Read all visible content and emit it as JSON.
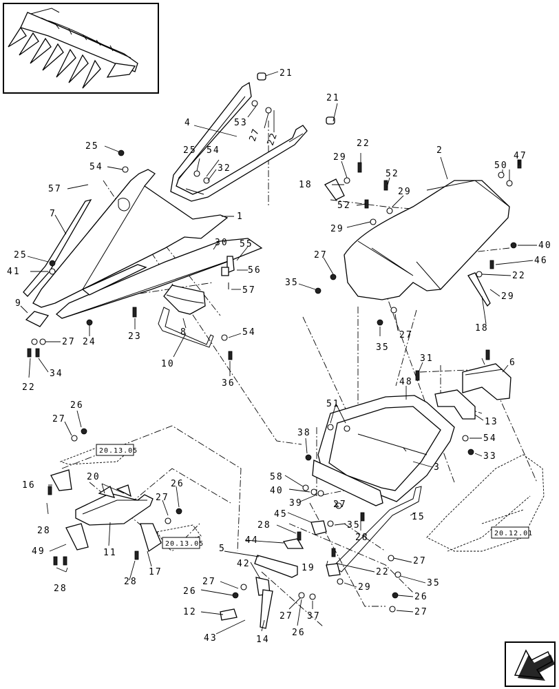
{
  "callouts": [
    {
      "id": "c-21a",
      "text": "21"
    },
    {
      "id": "c-21b",
      "text": "21"
    },
    {
      "id": "c-4",
      "text": "4"
    },
    {
      "id": "c-53",
      "text": "53"
    },
    {
      "id": "c-27a",
      "text": "27"
    },
    {
      "id": "c-22a",
      "text": "22"
    },
    {
      "id": "c-25a",
      "text": "25"
    },
    {
      "id": "c-54a",
      "text": "54"
    },
    {
      "id": "c-32",
      "text": "32"
    },
    {
      "id": "c-25b",
      "text": "25"
    },
    {
      "id": "c-54b",
      "text": "54"
    },
    {
      "id": "c-57a",
      "text": "57"
    },
    {
      "id": "c-1",
      "text": "1"
    },
    {
      "id": "c-7",
      "text": "7"
    },
    {
      "id": "c-30",
      "text": "30"
    },
    {
      "id": "c-55",
      "text": "55"
    },
    {
      "id": "c-56",
      "text": "56"
    },
    {
      "id": "c-57b",
      "text": "57"
    },
    {
      "id": "c-25c",
      "text": "25"
    },
    {
      "id": "c-41",
      "text": "41"
    },
    {
      "id": "c-9",
      "text": "9"
    },
    {
      "id": "c-27b",
      "text": "27"
    },
    {
      "id": "c-24",
      "text": "24"
    },
    {
      "id": "c-23",
      "text": "23"
    },
    {
      "id": "c-8",
      "text": "8"
    },
    {
      "id": "c-54c",
      "text": "54"
    },
    {
      "id": "c-22b",
      "text": "22"
    },
    {
      "id": "c-34",
      "text": "34"
    },
    {
      "id": "c-10",
      "text": "10"
    },
    {
      "id": "c-36",
      "text": "36"
    },
    {
      "id": "c-22c",
      "text": "22"
    },
    {
      "id": "c-29a",
      "text": "29"
    },
    {
      "id": "c-18a",
      "text": "18"
    },
    {
      "id": "c-52a",
      "text": "52"
    },
    {
      "id": "c-29b",
      "text": "29"
    },
    {
      "id": "c-52b",
      "text": "52"
    },
    {
      "id": "c-29c",
      "text": "29"
    },
    {
      "id": "c-2",
      "text": "2"
    },
    {
      "id": "c-47",
      "text": "47"
    },
    {
      "id": "c-50",
      "text": "50"
    },
    {
      "id": "c-40a",
      "text": "40"
    },
    {
      "id": "c-46",
      "text": "46"
    },
    {
      "id": "c-27c",
      "text": "27"
    },
    {
      "id": "c-35a",
      "text": "35"
    },
    {
      "id": "c-22d",
      "text": "22"
    },
    {
      "id": "c-29d",
      "text": "29"
    },
    {
      "id": "c-35b",
      "text": "35"
    },
    {
      "id": "c-27d",
      "text": "27"
    },
    {
      "id": "c-18b",
      "text": "18"
    },
    {
      "id": "c-31",
      "text": "31"
    },
    {
      "id": "c-6",
      "text": "6"
    },
    {
      "id": "c-48",
      "text": "48"
    },
    {
      "id": "c-51",
      "text": "51"
    },
    {
      "id": "c-13",
      "text": "13"
    },
    {
      "id": "c-54d",
      "text": "54"
    },
    {
      "id": "c-33",
      "text": "33"
    },
    {
      "id": "c-38",
      "text": "38"
    },
    {
      "id": "c-3",
      "text": "3"
    },
    {
      "id": "c-26a",
      "text": "26"
    },
    {
      "id": "c-27e",
      "text": "27"
    },
    {
      "id": "c-16",
      "text": "16"
    },
    {
      "id": "c-20",
      "text": "20"
    },
    {
      "id": "c-26b",
      "text": "26"
    },
    {
      "id": "c-27f",
      "text": "27"
    },
    {
      "id": "c-28a",
      "text": "28"
    },
    {
      "id": "c-11",
      "text": "11"
    },
    {
      "id": "c-49",
      "text": "49"
    },
    {
      "id": "c-28b",
      "text": "28"
    },
    {
      "id": "c-28c",
      "text": "28"
    },
    {
      "id": "c-17",
      "text": "17"
    },
    {
      "id": "c-58",
      "text": "58"
    },
    {
      "id": "c-40b",
      "text": "40"
    },
    {
      "id": "c-39",
      "text": "39"
    },
    {
      "id": "c-45",
      "text": "45"
    },
    {
      "id": "c-27g",
      "text": "27"
    },
    {
      "id": "c-35c",
      "text": "35"
    },
    {
      "id": "c-28d",
      "text": "28"
    },
    {
      "id": "c-15",
      "text": "15"
    },
    {
      "id": "c-28e",
      "text": "28"
    },
    {
      "id": "c-44",
      "text": "44"
    },
    {
      "id": "c-5",
      "text": "5"
    },
    {
      "id": "c-19",
      "text": "19"
    },
    {
      "id": "c-22e",
      "text": "22"
    },
    {
      "id": "c-27h",
      "text": "27"
    },
    {
      "id": "c-42",
      "text": "42"
    },
    {
      "id": "c-35d",
      "text": "35"
    },
    {
      "id": "c-29e",
      "text": "29"
    },
    {
      "id": "c-27i",
      "text": "27"
    },
    {
      "id": "c-26c",
      "text": "26"
    },
    {
      "id": "c-26d",
      "text": "26"
    },
    {
      "id": "c-27j",
      "text": "27"
    },
    {
      "id": "c-12",
      "text": "12"
    },
    {
      "id": "c-43",
      "text": "43"
    },
    {
      "id": "c-14",
      "text": "14"
    },
    {
      "id": "c-27k",
      "text": "27"
    },
    {
      "id": "c-37",
      "text": "37"
    },
    {
      "id": "c-26e",
      "text": "26"
    }
  ],
  "references": [
    {
      "id": "ref-a",
      "text": "20.13.05"
    },
    {
      "id": "ref-b",
      "text": "20.13.05"
    },
    {
      "id": "ref-c",
      "text": "20.12.01"
    }
  ],
  "icons": {
    "thumbnail": "corn-header-thumbnail-icon",
    "navigation": "previous-page-arrow-icon"
  }
}
